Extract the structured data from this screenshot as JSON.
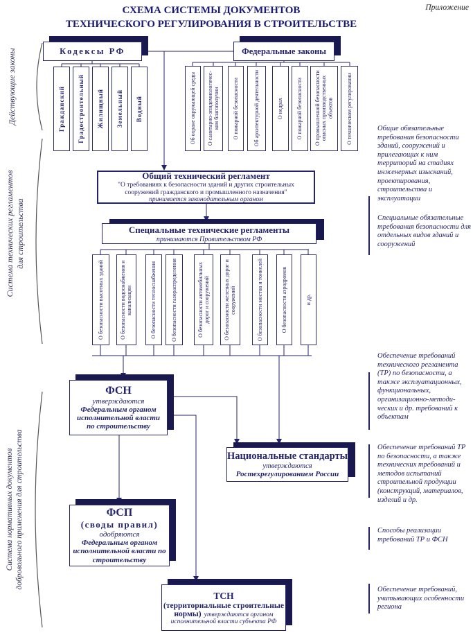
{
  "page": {
    "title1": "СХЕМА СИСТЕМЫ ДОКУМЕНТОВ",
    "title2": "ТЕХНИЧЕСКОГО РЕГУЛИРОВАНИЯ В СТРОИТЕЛЬСТВЕ",
    "corner": "Приложение"
  },
  "left_labels": {
    "l1": "Действующие законы",
    "l2a": "Система технических регламентов",
    "l2b": "для строительства",
    "l3a": "Система нормативных документов",
    "l3b": "добровольного применения для строительства"
  },
  "codes": {
    "title": "Кодексы РФ",
    "items": [
      "Гражданский",
      "Градостроительный",
      "Жилищный",
      "Земельный",
      "Водный"
    ]
  },
  "federal_laws": {
    "title": "Федеральные законы",
    "items": [
      "Об охране окружающей среды",
      "О санитарно-эпидемиологичес-ком благополучии",
      "О пожарной безопасности",
      "Об архитектурной деятельности",
      "О недрах",
      "О пожарной безопасности",
      "О промышленной безопасности опасных производственных объектов",
      "О техническом регулировании"
    ]
  },
  "otr": {
    "title": "Общий технический регламент",
    "quote": "\"О требованиях к безопасности зданий и других строительных сооружений гражданского и промышленного назначения\"",
    "note": "принимается законодательным органом"
  },
  "str": {
    "title": "Специальные технические регламенты",
    "note": "принимаются Правительством РФ",
    "items": [
      "О безопасности высотных зданий",
      "О безопасности водоснабжения и канализации",
      "О безопасности теплоснабжения",
      "О безопасности газораспределения",
      "О безопасности автомобильных дорог и сооружений",
      "О безопасности железных дорог и сооружений",
      "О безопасности мостов и тоннелей",
      "О безопасности аэродромов",
      "и др."
    ]
  },
  "fsn": {
    "title": "ФСН",
    "note1": "утверждаются",
    "note2": "Федеральным органом исполнительной власти по строительству"
  },
  "ns": {
    "title": "Национальные стандарты",
    "note1": "утверждаются",
    "note2": "Ростехрегулированием России"
  },
  "fsp": {
    "title": "ФСП",
    "subtitle": "(своды правил)",
    "note1": "одобряются",
    "note2": "Федеральным органом исполнительной власти по строительству"
  },
  "tsn": {
    "title": "ТСН",
    "subtitle1": "(территориальные строительные",
    "subtitle2": "нормы)",
    "note1": "утверждаются органом",
    "note2": "исполнительной власти  субъекта РФ"
  },
  "side_notes": [
    "Общие обязательные требования безопасности зданий, сооружений и прилегающих к ним территорий на стадиях инженерных изысканий, проектирования, строительства и эксплуатации",
    "Специальные обязательные требования безопасности для отдельных видов зданий и сооружений",
    "Обеспечение требований технического регламента (ТР) по безопасности, а также эксплуатационных, функциональных, организационно-методи-ческих и др. требований к объектам",
    "Обеспечение требований ТР по безопасности, а также технических требований и методов испытаний строительной продукции (конструкций, материалов, изделий и др.",
    "Способы реализации требований  ТР и ФСН",
    "Обеспечение требований, учитывающих особенности региона"
  ],
  "colors": {
    "navy": "#23236b",
    "shadow": "#191950"
  }
}
